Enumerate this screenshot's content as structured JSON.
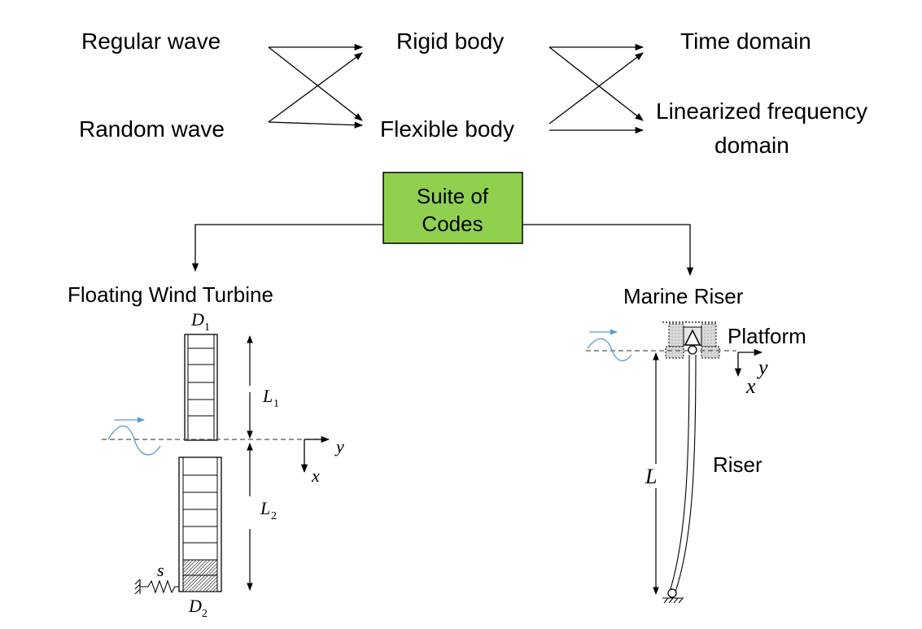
{
  "top_flow": {
    "inputs": [
      "Regular wave",
      "Random wave"
    ],
    "models": [
      "Rigid body",
      "Flexible body"
    ],
    "analyses": [
      "Time domain",
      "Linearized frequency",
      "domain"
    ]
  },
  "center_box": {
    "line1": "Suite of",
    "line2": "Codes",
    "fill": "#8fd14f"
  },
  "turbine": {
    "title": "Floating Wind Turbine",
    "d1": "D",
    "d1_sub": "1",
    "d2": "D",
    "d2_sub": "2",
    "l1": "L",
    "l1_sub": "1",
    "l2": "L",
    "l2_sub": "2",
    "spring": "s",
    "axis_x": "x",
    "axis_y": "y"
  },
  "riser": {
    "title": "Marine Riser",
    "platform": "Platform",
    "riser_label": "Riser",
    "length": "L",
    "axis_x": "x",
    "axis_y": "y"
  },
  "colors": {
    "wave": "#5b9bd5",
    "line": "#000000"
  }
}
